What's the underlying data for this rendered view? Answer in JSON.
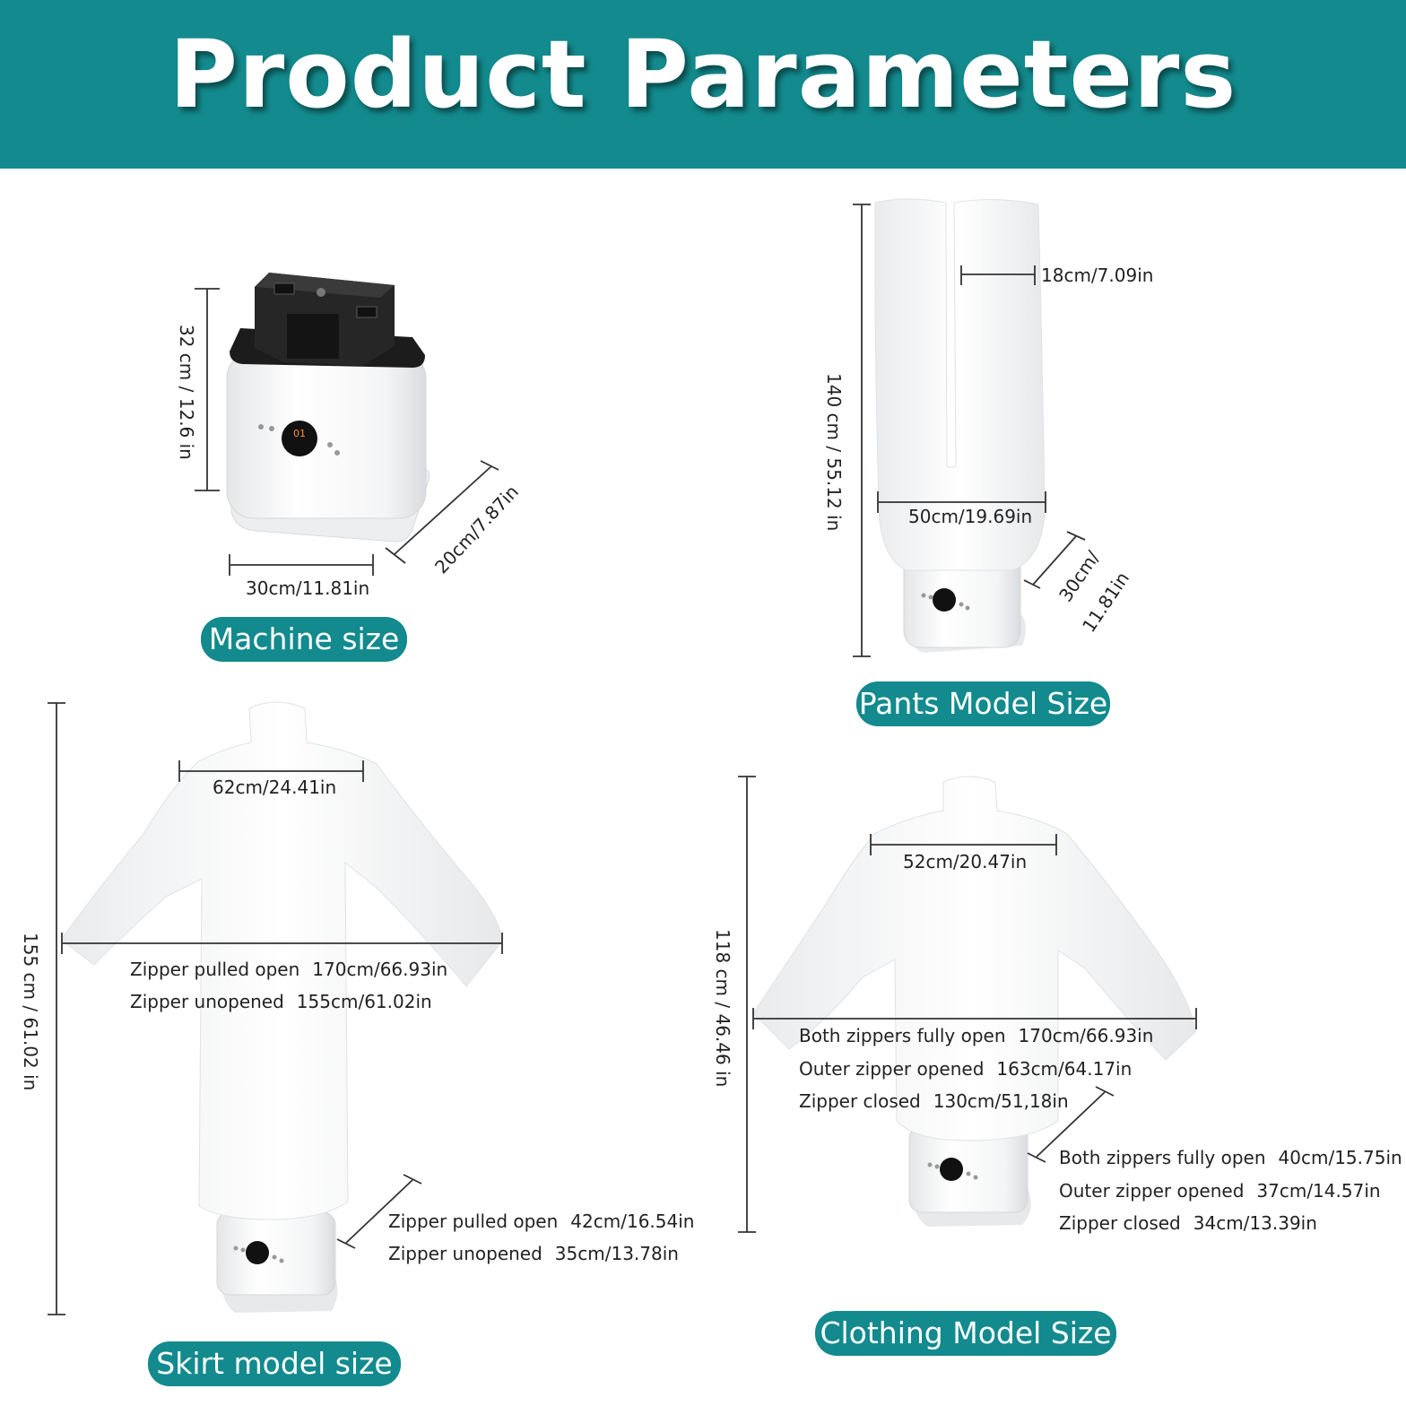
{
  "header": {
    "title": "Product Parameters",
    "color": "#138a8d"
  },
  "machine": {
    "label": "Machine size",
    "height": "32 cm  /  12.6 in",
    "width": "30cm/11.81in",
    "depth": "20cm/7.87in"
  },
  "pants": {
    "label": "Pants Model Size",
    "height": "140 cm / 55.12 in",
    "leg_width": "18cm/7.09in",
    "body_width": "50cm/19.69in",
    "depth_line1": "30cm/",
    "depth_line2": "11.81in"
  },
  "skirt": {
    "label": "Skirt model size",
    "height": "155 cm / 61.02 in",
    "shoulder": "62cm/24.41in",
    "span": [
      {
        "label": "Zipper pulled open",
        "value": "170cm/66.93in"
      },
      {
        "label": "Zipper unopened",
        "value": "155cm/61.02in"
      }
    ],
    "depth": [
      {
        "label": "Zipper pulled open",
        "value": "42cm/16.54in"
      },
      {
        "label": "Zipper unopened",
        "value": "35cm/13.78in"
      }
    ]
  },
  "clothing": {
    "label": "Clothing Model Size",
    "height": "118 cm / 46.46 in",
    "shoulder": "52cm/20.47in",
    "span": [
      {
        "label": "Both zippers fully open",
        "value": "170cm/66.93in"
      },
      {
        "label": "Outer zipper opened",
        "value": "163cm/64.17in"
      },
      {
        "label": "Zipper closed",
        "value": "130cm/51,18in"
      }
    ],
    "depth": [
      {
        "label": "Both zippers fully open",
        "value": "40cm/15.75in"
      },
      {
        "label": "Outer zipper opened",
        "value": "37cm/14.57in"
      },
      {
        "label": "Zipper closed",
        "value": "34cm/13.39in"
      }
    ]
  }
}
